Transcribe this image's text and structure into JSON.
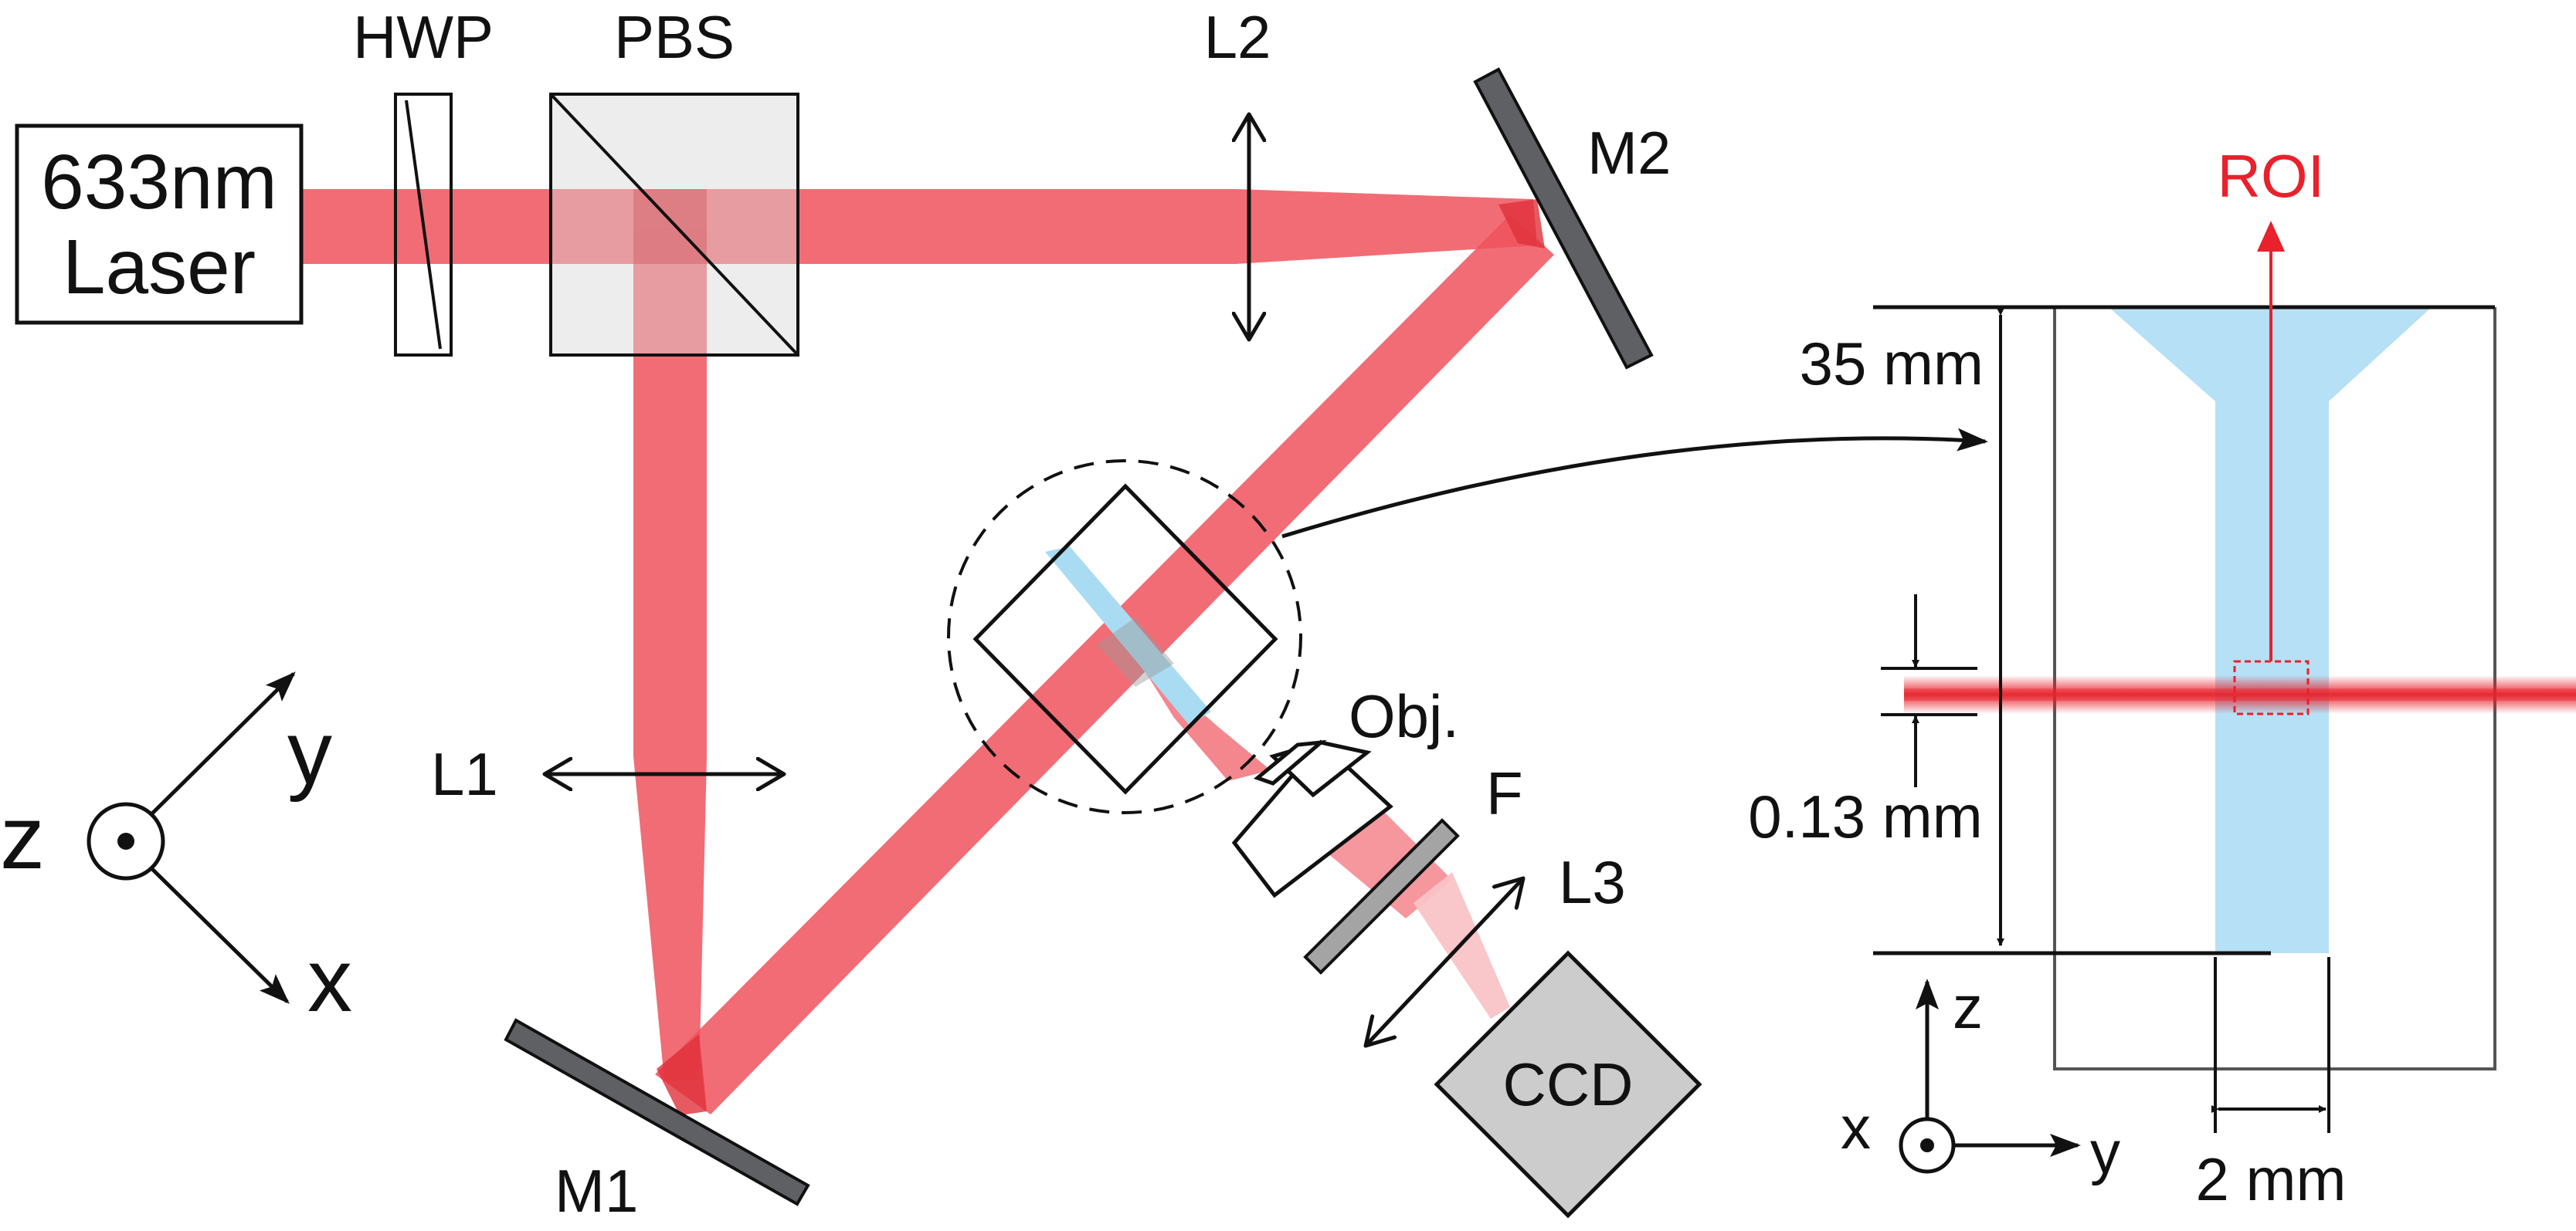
{
  "colors": {
    "beam": "#f0525d",
    "beam_dark": "#e0313b",
    "beam_light": "#f9c3c6",
    "flow": "#a9dbf3",
    "roi": "#e8212b",
    "mirror": "#5f6064",
    "filter": "#a4a4a4",
    "ccd": "#cccccc",
    "outline": "#111111"
  },
  "labels": {
    "laser_line1": "633nm",
    "laser_line2": "Laser",
    "hwp": "HWP",
    "pbs": "PBS",
    "l1": "L1",
    "l2": "L2",
    "l3": "L3",
    "m1": "M1",
    "m2": "M2",
    "objective": "Obj.",
    "filter": "F",
    "ccd": "CCD",
    "axis_z": "z",
    "axis_y": "y",
    "axis_x": "x"
  },
  "inset": {
    "roi": "ROI",
    "height_label": "35 mm",
    "sheet_label": "0.13 mm",
    "width_label": "2 mm",
    "axis_z": "z",
    "axis_x": "x",
    "axis_y": "y"
  }
}
